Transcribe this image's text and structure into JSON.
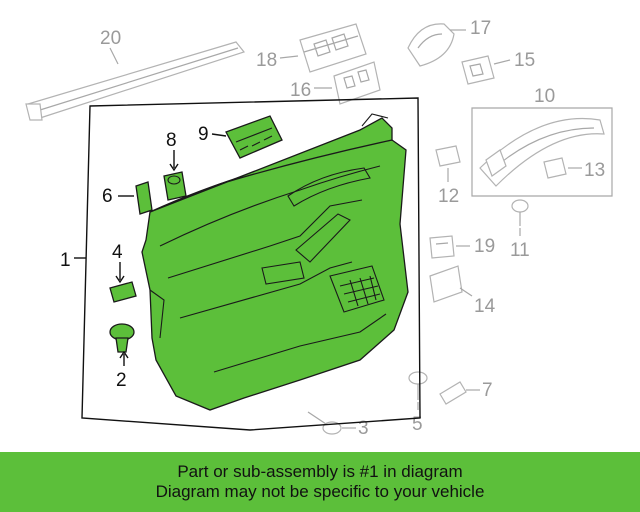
{
  "colors": {
    "highlight_part": "#5cbf3a",
    "banner_background": "#5cbf3a",
    "ghost_stroke": "#b3b3b3",
    "ghost_text": "#9a9a9a",
    "active_text": "#111111"
  },
  "callouts": {
    "c1": "1",
    "c2": "2",
    "c3": "3",
    "c4": "4",
    "c5": "5",
    "c6": "6",
    "c7": "7",
    "c8": "8",
    "c9": "9",
    "c10": "10",
    "c11": "11",
    "c12": "12",
    "c13": "13",
    "c14": "14",
    "c15": "15",
    "c16": "16",
    "c17": "17",
    "c18": "18",
    "c19": "19",
    "c20": "20"
  },
  "banner": {
    "line1": "Part or sub-assembly is #1 in diagram",
    "line2": "Diagram may not be specific to your vehicle"
  }
}
